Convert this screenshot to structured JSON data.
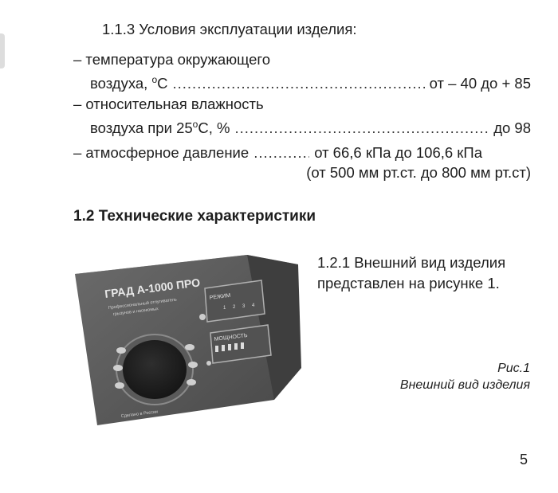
{
  "section_113": "1.1.3  Условия эксплуатации изделия:",
  "conditions": {
    "temp_line1": "– температура окружающего",
    "temp_line2_prefix": "воздуха, ",
    "temp_line2_deg": "o",
    "temp_line2_unit": "C",
    "temp_value": "от – 40 до + 85",
    "hum_line1": "– относительная влажность",
    "hum_line2_prefix": "воздуха при 25",
    "hum_line2_deg": "o",
    "hum_line2_unit": "C, %",
    "hum_value": "до 98",
    "press_label": "– атмосферное давление",
    "press_value": "от 66,6 кПа до 106,6 кПа",
    "press_value2": "(от 500 мм рт.ст. до 800 мм рт.ст)"
  },
  "section_12": "1.2  Технические характеристики",
  "para_121_line1": "1.2.1 Внешний вид изделия",
  "para_121_line2": "представлен на рисунке 1.",
  "figure": {
    "caption_num": "Рис.1",
    "caption_text": "Внешний вид изделия",
    "device": {
      "brand": "ГРАД А-1000 ПРО",
      "subtitle1": "Профессиональный отпугиватель",
      "subtitle2": "грызунов и насекомых",
      "mode_label": "РЕЖИМ",
      "mode_nums": [
        "1",
        "2",
        "3",
        "4"
      ],
      "power_label": "МОЩНОСТЬ",
      "made_in": "Сделано в России"
    }
  },
  "page_number": "5",
  "dots": "........................................................................................................................"
}
